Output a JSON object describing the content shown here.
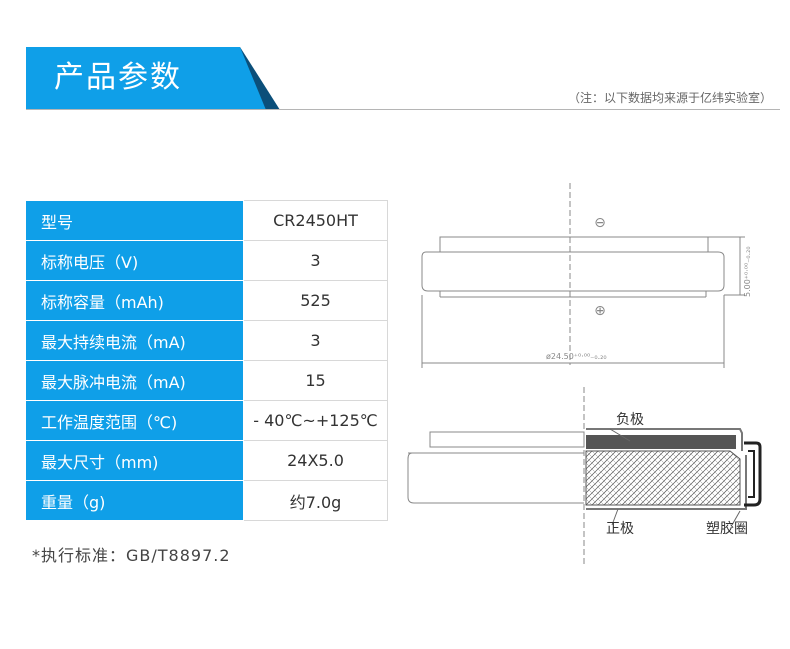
{
  "header": {
    "title": "产品参数",
    "note": "（注：以下数据均来源于亿纬实验室）",
    "colors": {
      "banner": "#0f9fe8",
      "banner_shadow": "#0b4f7a"
    }
  },
  "specs": [
    {
      "label": "型号",
      "value": "CR2450HT"
    },
    {
      "label": "标称电压（V)",
      "value": "3"
    },
    {
      "label": "标称容量（mAh)",
      "value": "525"
    },
    {
      "label": "最大持续电流（mA)",
      "value": "3"
    },
    {
      "label": "最大脉冲电流（mA)",
      "value": "15"
    },
    {
      "label": "工作温度范围（℃)",
      "value": "- 40℃~+125℃"
    },
    {
      "label": "最大尺寸（mm)",
      "value": "24X5.0"
    },
    {
      "label": "重量（g)",
      "value": "约7.0g"
    }
  ],
  "standard": "*执行标准：GB/T8897.2",
  "drawing": {
    "negative_symbol": "⊖",
    "positive_symbol": "⊕",
    "diameter_dim": "ø24.50⁺⁰·⁰⁰₋₀.₂₀",
    "height_dim": "5.00⁺⁰·⁰⁰₋₀.₂₀",
    "labels": {
      "negative": "负极",
      "positive": "正极",
      "gasket": "塑胶圈"
    }
  }
}
